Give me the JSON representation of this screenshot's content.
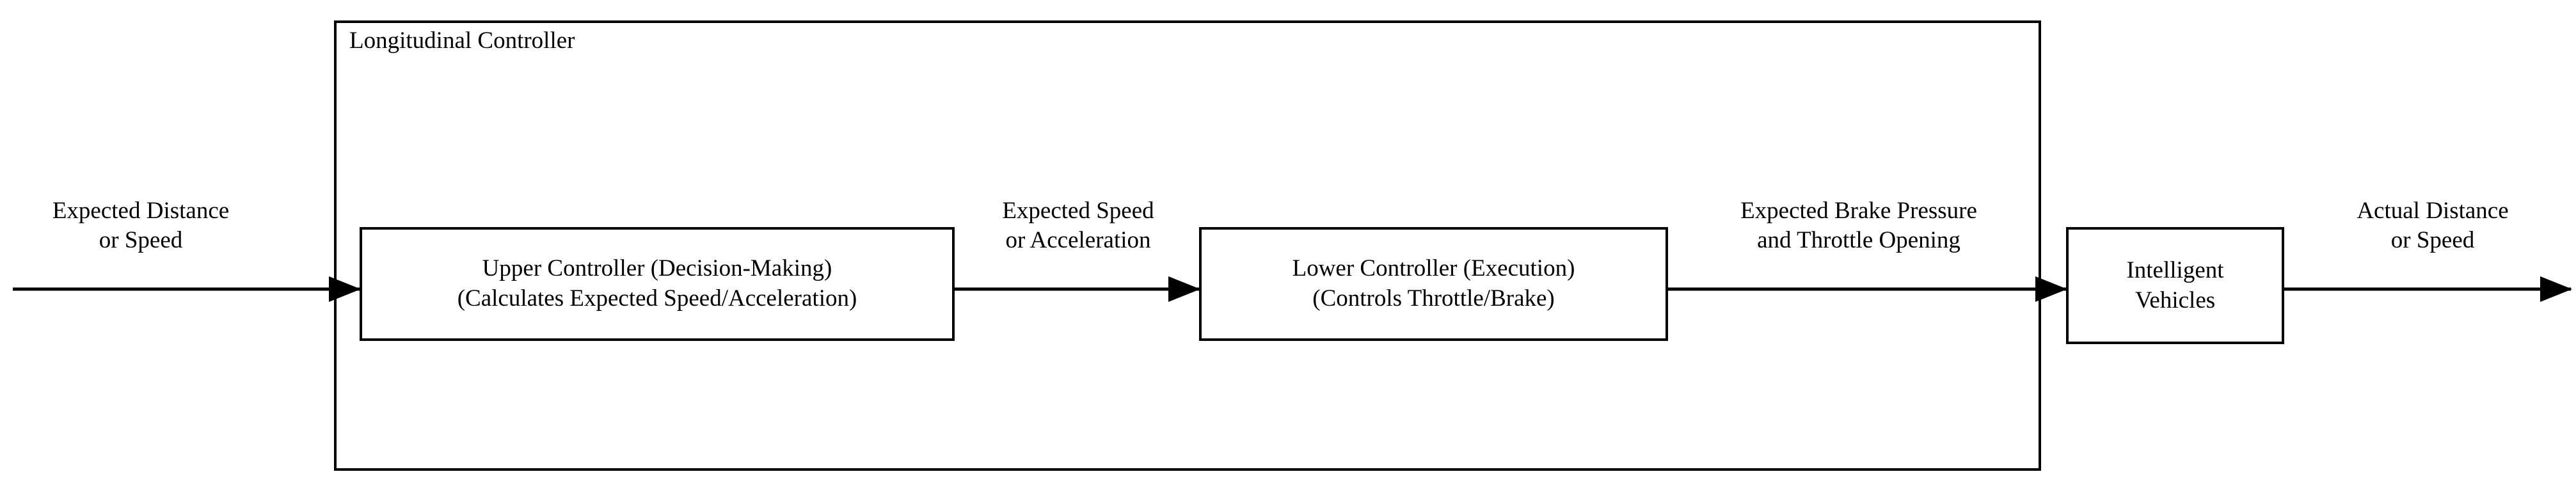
{
  "diagram": {
    "title_visible": false,
    "colors": {
      "stroke": "#000000",
      "text": "#000000",
      "background": "#ffffff"
    },
    "group": {
      "label": "Longitudinal Controller"
    },
    "blocks": [
      {
        "id": "upper-controller",
        "line1": "Upper Controller (Decision-Making)",
        "line2": "(Calculates Expected Speed/Acceleration)"
      },
      {
        "id": "lower-controller",
        "line1": "Lower Controller (Execution)",
        "line2": "(Controls Throttle/Brake)"
      },
      {
        "id": "intelligent-vehicles",
        "line1": "Intelligent",
        "line2": "Vehicles"
      }
    ],
    "signals": [
      {
        "id": "input-signal",
        "line1": "Expected Distance",
        "line2": "or Speed"
      },
      {
        "id": "upper-to-lower-signal",
        "line1": "Expected Speed",
        "line2": "or Acceleration"
      },
      {
        "id": "lower-to-vehicle-signal",
        "line1": "Expected Brake Pressure",
        "line2": "and Throttle Opening"
      },
      {
        "id": "output-signal",
        "line1": "Actual Distance",
        "line2": "or Speed"
      }
    ],
    "arrows": [
      {
        "id": "arrow-input-to-upper",
        "from": "input",
        "to": "upper-controller"
      },
      {
        "id": "arrow-upper-to-lower",
        "from": "upper-controller",
        "to": "lower-controller"
      },
      {
        "id": "arrow-lower-to-vehicle",
        "from": "lower-controller",
        "to": "intelligent-vehicles"
      },
      {
        "id": "arrow-vehicle-to-output",
        "from": "intelligent-vehicles",
        "to": "output"
      }
    ]
  }
}
